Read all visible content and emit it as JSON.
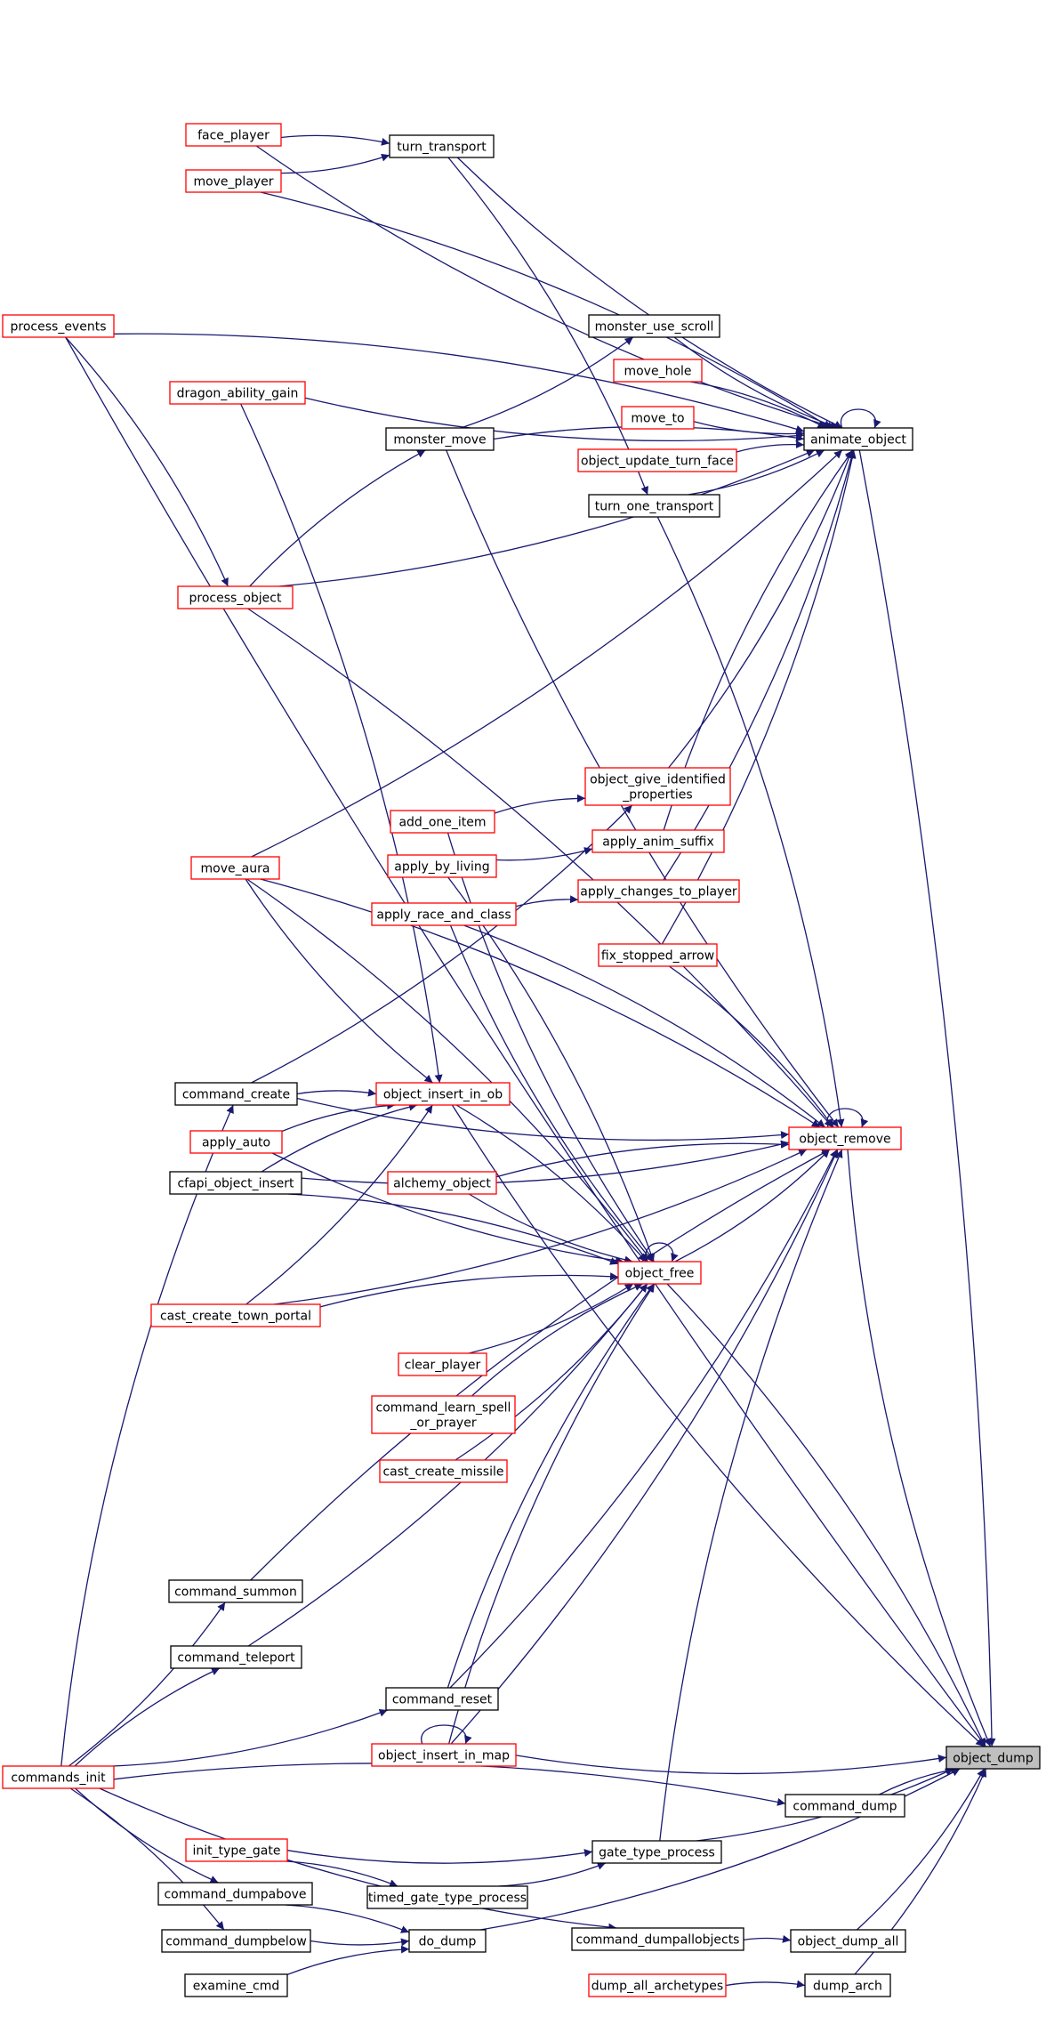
{
  "colors": {
    "edge": "#191970",
    "node_red_border": "#ff0000",
    "node_black_border": "#000000",
    "highlight_fill": "#bfbfbf"
  },
  "nodes": [
    {
      "id": "face_player",
      "lines": [
        "face_player"
      ],
      "style": "red"
    },
    {
      "id": "turn_transport",
      "lines": [
        "turn_transport"
      ],
      "style": "black"
    },
    {
      "id": "move_player",
      "lines": [
        "move_player"
      ],
      "style": "red"
    },
    {
      "id": "process_events",
      "lines": [
        "process_events"
      ],
      "style": "red"
    },
    {
      "id": "monster_use_scroll",
      "lines": [
        "monster_use_scroll"
      ],
      "style": "black"
    },
    {
      "id": "dragon_ability_gain",
      "lines": [
        "dragon_ability_gain"
      ],
      "style": "red"
    },
    {
      "id": "move_hole",
      "lines": [
        "move_hole"
      ],
      "style": "red"
    },
    {
      "id": "move_to",
      "lines": [
        "move_to"
      ],
      "style": "red"
    },
    {
      "id": "monster_move",
      "lines": [
        "monster_move"
      ],
      "style": "black"
    },
    {
      "id": "animate_object",
      "lines": [
        "animate_object"
      ],
      "style": "black"
    },
    {
      "id": "object_update_turn_face",
      "lines": [
        "object_update_turn_face"
      ],
      "style": "red"
    },
    {
      "id": "turn_one_transport",
      "lines": [
        "turn_one_transport"
      ],
      "style": "black"
    },
    {
      "id": "process_object",
      "lines": [
        "process_object"
      ],
      "style": "red"
    },
    {
      "id": "object_give_identified_properties",
      "lines": [
        "object_give_identified",
        "_properties"
      ],
      "style": "red"
    },
    {
      "id": "add_one_item",
      "lines": [
        "add_one_item"
      ],
      "style": "red"
    },
    {
      "id": "apply_anim_suffix",
      "lines": [
        "apply_anim_suffix"
      ],
      "style": "red"
    },
    {
      "id": "move_aura",
      "lines": [
        "move_aura"
      ],
      "style": "red"
    },
    {
      "id": "apply_by_living",
      "lines": [
        "apply_by_living"
      ],
      "style": "red"
    },
    {
      "id": "apply_changes_to_player",
      "lines": [
        "apply_changes_to_player"
      ],
      "style": "red"
    },
    {
      "id": "apply_race_and_class",
      "lines": [
        "apply_race_and_class"
      ],
      "style": "red"
    },
    {
      "id": "fix_stopped_arrow",
      "lines": [
        "fix_stopped_arrow"
      ],
      "style": "red"
    },
    {
      "id": "command_create",
      "lines": [
        "command_create"
      ],
      "style": "black"
    },
    {
      "id": "object_insert_in_ob",
      "lines": [
        "object_insert_in_ob"
      ],
      "style": "red"
    },
    {
      "id": "apply_auto",
      "lines": [
        "apply_auto"
      ],
      "style": "red"
    },
    {
      "id": "object_remove",
      "lines": [
        "object_remove"
      ],
      "style": "red"
    },
    {
      "id": "cfapi_object_insert",
      "lines": [
        "cfapi_object_insert"
      ],
      "style": "black"
    },
    {
      "id": "alchemy_object",
      "lines": [
        "alchemy_object"
      ],
      "style": "red"
    },
    {
      "id": "object_free",
      "lines": [
        "object_free"
      ],
      "style": "red"
    },
    {
      "id": "cast_create_town_portal",
      "lines": [
        "cast_create_town_portal"
      ],
      "style": "red"
    },
    {
      "id": "clear_player",
      "lines": [
        "clear_player"
      ],
      "style": "red"
    },
    {
      "id": "command_learn_spell_or_prayer",
      "lines": [
        "command_learn_spell",
        "_or_prayer"
      ],
      "style": "red"
    },
    {
      "id": "cast_create_missile",
      "lines": [
        "cast_create_missile"
      ],
      "style": "red"
    },
    {
      "id": "command_summon",
      "lines": [
        "command_summon"
      ],
      "style": "black"
    },
    {
      "id": "command_teleport",
      "lines": [
        "command_teleport"
      ],
      "style": "black"
    },
    {
      "id": "command_reset",
      "lines": [
        "command_reset"
      ],
      "style": "black"
    },
    {
      "id": "object_insert_in_map",
      "lines": [
        "object_insert_in_map"
      ],
      "style": "red"
    },
    {
      "id": "object_dump",
      "lines": [
        "object_dump"
      ],
      "style": "highlight"
    },
    {
      "id": "commands_init",
      "lines": [
        "commands_init"
      ],
      "style": "red"
    },
    {
      "id": "command_dump",
      "lines": [
        "command_dump"
      ],
      "style": "black"
    },
    {
      "id": "init_type_gate",
      "lines": [
        "init_type_gate"
      ],
      "style": "red"
    },
    {
      "id": "gate_type_process",
      "lines": [
        "gate_type_process"
      ],
      "style": "black"
    },
    {
      "id": "command_dumpabove",
      "lines": [
        "command_dumpabove"
      ],
      "style": "black"
    },
    {
      "id": "timed_gate_type_process",
      "lines": [
        "timed_gate_type_process"
      ],
      "style": "black"
    },
    {
      "id": "command_dumpbelow",
      "lines": [
        "command_dumpbelow"
      ],
      "style": "black"
    },
    {
      "id": "do_dump",
      "lines": [
        "do_dump"
      ],
      "style": "black"
    },
    {
      "id": "command_dumpallobjects",
      "lines": [
        "command_dumpallobjects"
      ],
      "style": "black"
    },
    {
      "id": "object_dump_all",
      "lines": [
        "object_dump_all"
      ],
      "style": "black"
    },
    {
      "id": "examine_cmd",
      "lines": [
        "examine_cmd"
      ],
      "style": "black"
    },
    {
      "id": "dump_all_archetypes",
      "lines": [
        "dump_all_archetypes"
      ],
      "style": "red"
    },
    {
      "id": "dump_arch",
      "lines": [
        "dump_arch"
      ],
      "style": "black"
    }
  ],
  "edges": [
    [
      "face_player",
      "turn_transport"
    ],
    [
      "move_player",
      "turn_transport"
    ],
    [
      "turn_transport",
      "turn_one_transport"
    ],
    [
      "face_player",
      "animate_object"
    ],
    [
      "move_player",
      "animate_object"
    ],
    [
      "turn_transport",
      "animate_object"
    ],
    [
      "process_events",
      "animate_object"
    ],
    [
      "process_events",
      "object_dump"
    ],
    [
      "process_events",
      "process_object"
    ],
    [
      "dragon_ability_gain",
      "animate_object"
    ],
    [
      "dragon_ability_gain",
      "object_insert_in_ob"
    ],
    [
      "monster_use_scroll",
      "animate_object"
    ],
    [
      "move_hole",
      "animate_object"
    ],
    [
      "move_to",
      "animate_object"
    ],
    [
      "object_update_turn_face",
      "animate_object"
    ],
    [
      "turn_one_transport",
      "animate_object"
    ],
    [
      "turn_one_transport",
      "object_remove"
    ],
    [
      "monster_move",
      "monster_use_scroll"
    ],
    [
      "monster_move",
      "animate_object"
    ],
    [
      "monster_move",
      "object_remove"
    ],
    [
      "process_object",
      "monster_move"
    ],
    [
      "process_object",
      "animate_object"
    ],
    [
      "process_object",
      "object_remove"
    ],
    [
      "animate_object",
      "animate_object"
    ],
    [
      "animate_object",
      "object_dump"
    ],
    [
      "object_give_identified_properties",
      "animate_object"
    ],
    [
      "add_one_item",
      "object_give_identified_properties"
    ],
    [
      "add_one_item",
      "object_free"
    ],
    [
      "apply_anim_suffix",
      "animate_object"
    ],
    [
      "apply_by_living",
      "apply_anim_suffix"
    ],
    [
      "apply_by_living",
      "object_free"
    ],
    [
      "apply_changes_to_player",
      "animate_object"
    ],
    [
      "apply_race_and_class",
      "apply_changes_to_player"
    ],
    [
      "apply_race_and_class",
      "object_free"
    ],
    [
      "apply_race_and_class",
      "object_remove"
    ],
    [
      "fix_stopped_arrow",
      "animate_object"
    ],
    [
      "fix_stopped_arrow",
      "object_remove"
    ],
    [
      "move_aura",
      "animate_object"
    ],
    [
      "move_aura",
      "object_remove"
    ],
    [
      "move_aura",
      "object_insert_in_ob"
    ],
    [
      "move_aura",
      "object_free"
    ],
    [
      "command_create",
      "object_give_identified_properties"
    ],
    [
      "command_create",
      "object_insert_in_ob"
    ],
    [
      "command_create",
      "object_remove"
    ],
    [
      "commands_init",
      "command_create"
    ],
    [
      "commands_init",
      "command_summon"
    ],
    [
      "commands_init",
      "command_teleport"
    ],
    [
      "commands_init",
      "command_reset"
    ],
    [
      "commands_init",
      "command_dump"
    ],
    [
      "commands_init",
      "command_dumpabove"
    ],
    [
      "commands_init",
      "command_dumpbelow"
    ],
    [
      "commands_init",
      "command_dumpallobjects"
    ],
    [
      "apply_auto",
      "object_insert_in_ob"
    ],
    [
      "apply_auto",
      "object_free"
    ],
    [
      "cfapi_object_insert",
      "object_insert_in_ob"
    ],
    [
      "cfapi_object_insert",
      "object_remove"
    ],
    [
      "cfapi_object_insert",
      "object_free"
    ],
    [
      "cast_create_town_portal",
      "object_insert_in_ob"
    ],
    [
      "cast_create_town_portal",
      "object_free"
    ],
    [
      "cast_create_town_portal",
      "object_remove"
    ],
    [
      "object_insert_in_ob",
      "object_free"
    ],
    [
      "object_insert_in_ob",
      "object_dump"
    ],
    [
      "object_remove",
      "object_remove"
    ],
    [
      "object_remove",
      "object_dump"
    ],
    [
      "alchemy_object",
      "object_remove"
    ],
    [
      "alchemy_object",
      "object_free"
    ],
    [
      "object_free",
      "object_free"
    ],
    [
      "object_free",
      "object_remove"
    ],
    [
      "object_free",
      "object_dump"
    ],
    [
      "clear_player",
      "object_free"
    ],
    [
      "command_learn_spell_or_prayer",
      "object_free"
    ],
    [
      "cast_create_missile",
      "object_free"
    ],
    [
      "command_summon",
      "object_remove"
    ],
    [
      "command_teleport",
      "object_free"
    ],
    [
      "command_reset",
      "object_free"
    ],
    [
      "command_reset",
      "object_remove"
    ],
    [
      "object_insert_in_map",
      "object_insert_in_map"
    ],
    [
      "object_insert_in_map",
      "object_remove"
    ],
    [
      "object_insert_in_map",
      "object_free"
    ],
    [
      "object_insert_in_map",
      "object_dump"
    ],
    [
      "command_dump",
      "object_dump"
    ],
    [
      "init_type_gate",
      "gate_type_process"
    ],
    [
      "init_type_gate",
      "timed_gate_type_process"
    ],
    [
      "timed_gate_type_process",
      "gate_type_process"
    ],
    [
      "gate_type_process",
      "object_remove"
    ],
    [
      "gate_type_process",
      "object_dump"
    ],
    [
      "command_dumpabove",
      "do_dump"
    ],
    [
      "command_dumpbelow",
      "do_dump"
    ],
    [
      "examine_cmd",
      "do_dump"
    ],
    [
      "do_dump",
      "object_dump"
    ],
    [
      "command_dumpallobjects",
      "object_dump_all"
    ],
    [
      "object_dump_all",
      "object_dump"
    ],
    [
      "dump_all_archetypes",
      "dump_arch"
    ],
    [
      "dump_arch",
      "object_dump"
    ]
  ]
}
